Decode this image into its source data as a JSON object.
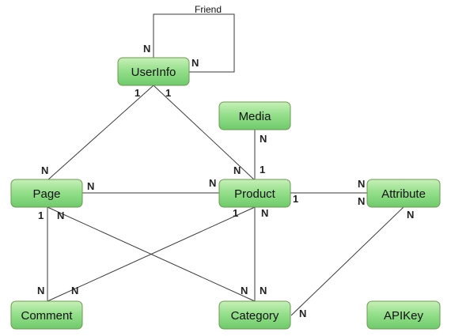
{
  "entities": {
    "userinfo": "UserInfo",
    "media": "Media",
    "page": "Page",
    "product": "Product",
    "attribute": "Attribute",
    "comment": "Comment",
    "category": "Category",
    "apikey": "APIKey"
  },
  "relationships": {
    "friend": "Friend"
  },
  "cardinalities": {
    "friend_top": "N",
    "friend_right": "N",
    "userinfo_page_userinfo_end": "1",
    "userinfo_page_page_end": "N",
    "userinfo_product_userinfo_end": "1",
    "userinfo_product_product_end": "N",
    "media_product_media_end": "N",
    "media_product_product_end": "1",
    "page_product_page_end": "N",
    "page_product_product_end": "N",
    "product_attribute_product_end": "1",
    "product_attribute_attribute_end_top": "N",
    "product_attribute_attribute_end_bottom": "N",
    "page_comment_page_end": "1",
    "page_comment_comment_end": "N",
    "page_category_page_end": "N",
    "page_category_category_end": "N",
    "product_comment_product_end": "1",
    "product_comment_comment_end": "N",
    "product_category_product_end": "N",
    "product_category_category_end": "N",
    "attribute_category_attribute_end": "N",
    "attribute_category_category_end": "N"
  },
  "colors": {
    "node_fill_top": "#c8f0b8",
    "node_fill_bottom": "#7fd27a",
    "node_border": "#6a9a52",
    "edge": "#3a3a3a"
  }
}
